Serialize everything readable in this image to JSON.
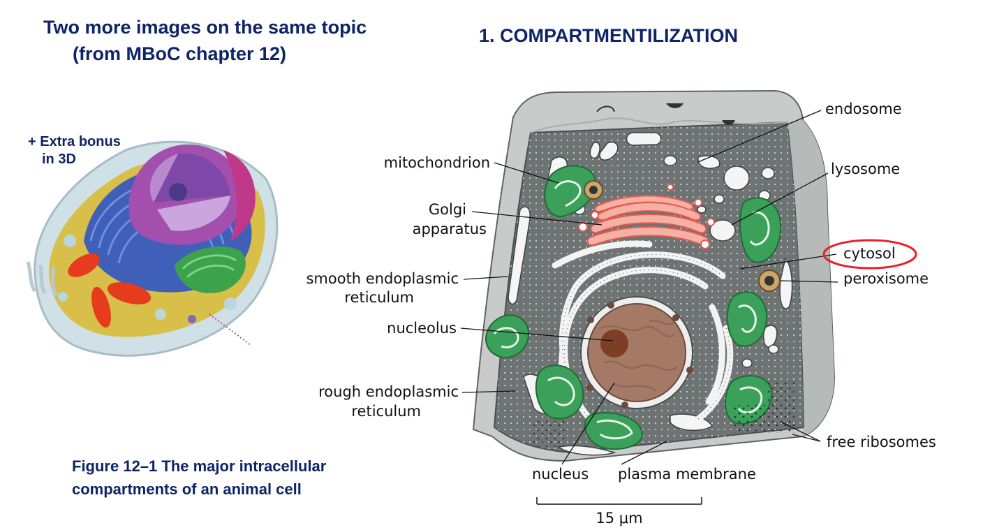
{
  "left_title": {
    "line1": "Two more images on the same topic",
    "line2": "(from MBoC chapter 12)"
  },
  "right_title": "1.  COMPARTMENTILIZATION",
  "bonus": {
    "line1": "+ Extra bonus",
    "line2": "in 3D"
  },
  "caption": {
    "line1": "Figure 12–1 The major intracellular",
    "line2": "compartments of an animal cell"
  },
  "labels": {
    "mitochondrion": "mitochondrion",
    "golgi_1": "Golgi",
    "golgi_2": "apparatus",
    "ser_1": "smooth endoplasmic",
    "ser_2": "reticulum",
    "nucleolus": "nucleolus",
    "rer_1": "rough endoplasmic",
    "rer_2": "reticulum",
    "nucleus": "nucleus",
    "plasma_membrane": "plasma membrane",
    "endosome": "endosome",
    "lysosome": "lysosome",
    "cytosol": "cytosol",
    "peroxisome": "peroxisome",
    "free_ribosomes": "free ribosomes",
    "scale": "15 μm"
  },
  "colors": {
    "title": "#0d2466",
    "highlight": "#e8202a",
    "mito": "#3aa05a",
    "golgi": "#e85a4e",
    "nucleus": "#a47a66",
    "cytoplasm": "#6e7474",
    "cell_surface": "#c8cbc9"
  }
}
